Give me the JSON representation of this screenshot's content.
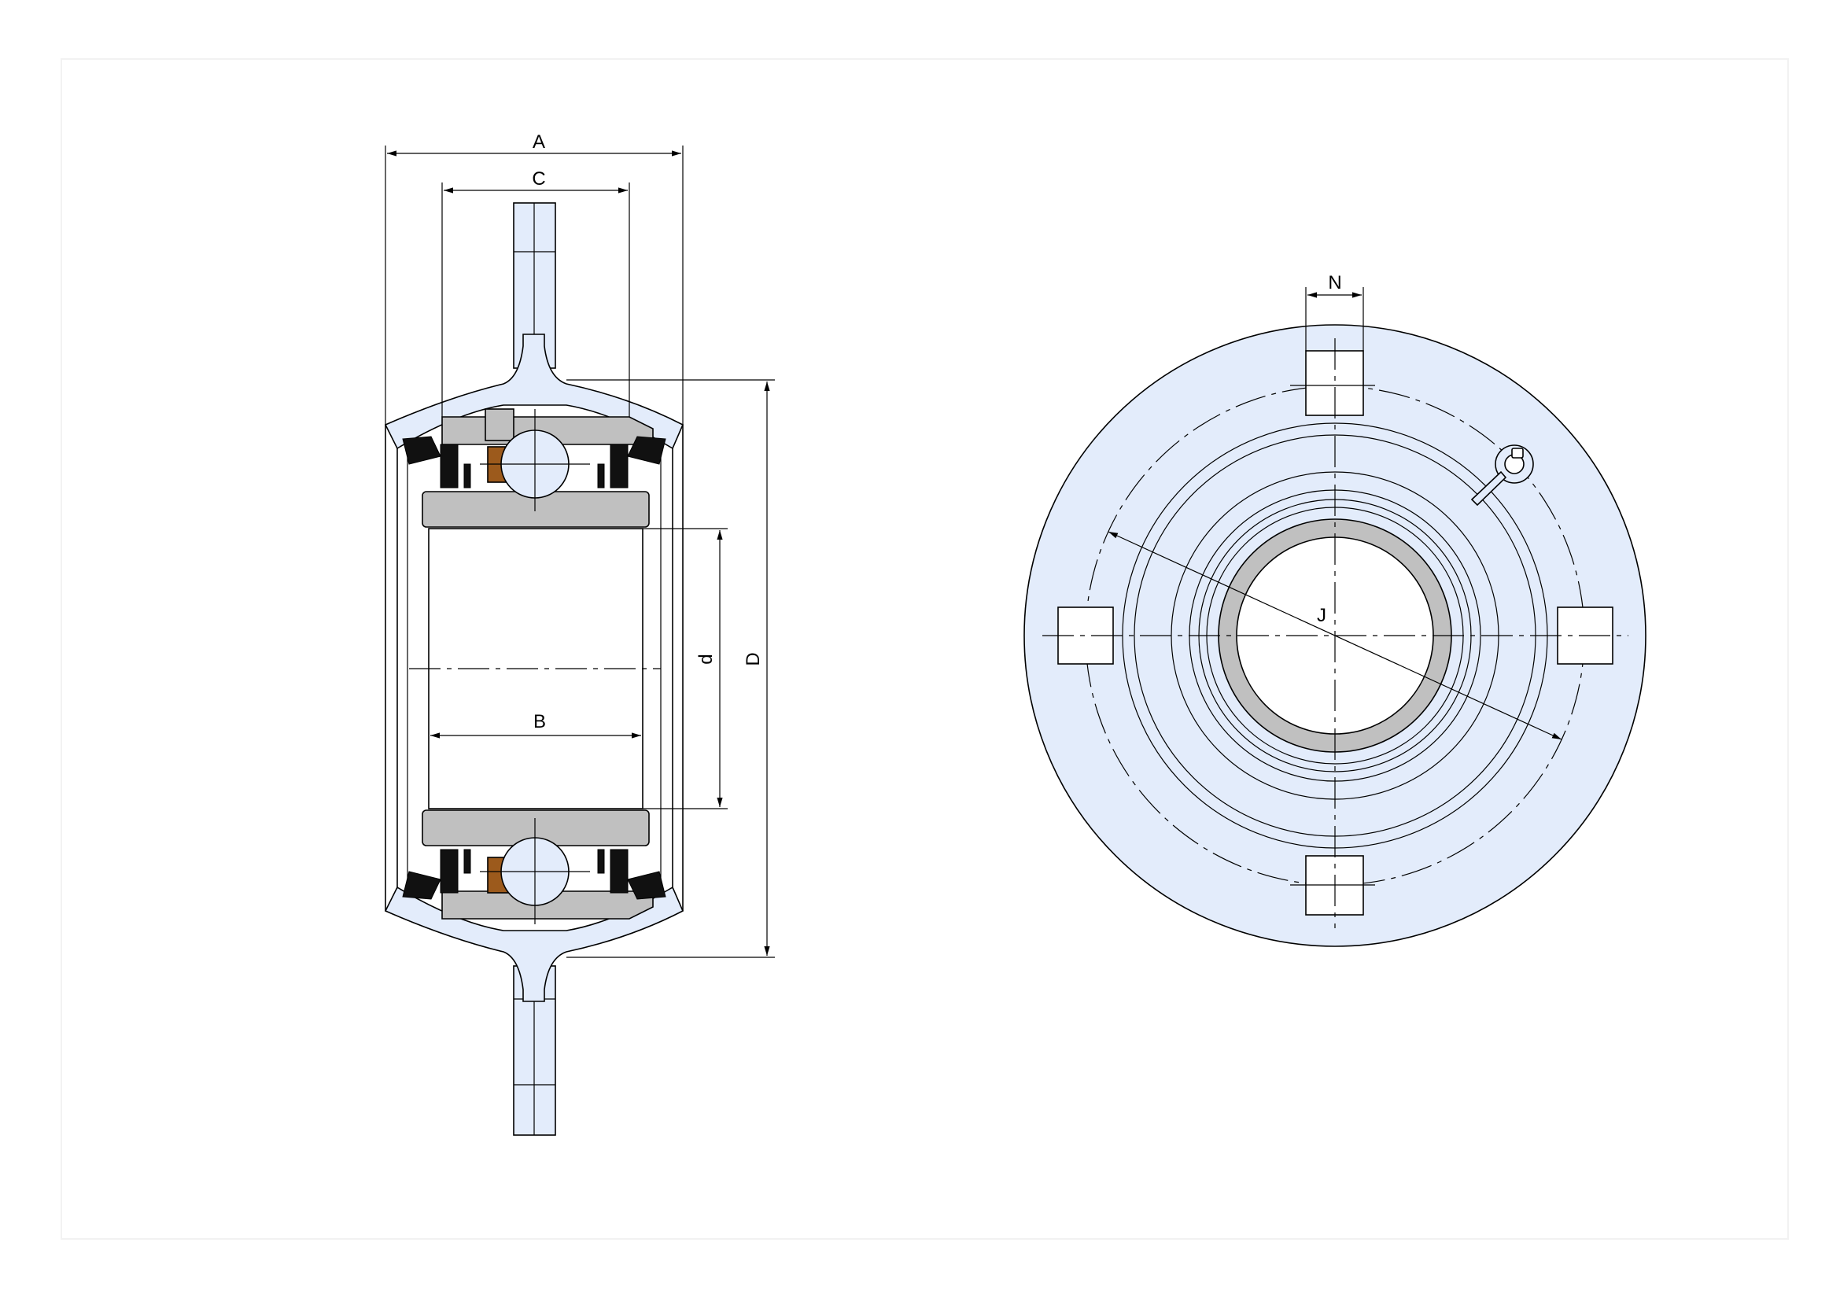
{
  "dimensions": {
    "A": "A",
    "C": "C",
    "B": "B",
    "d": "d",
    "D": "D",
    "N": "N",
    "J": "J"
  },
  "colors": {
    "housing": "#e3ecfb",
    "ring": "#c0c0c0",
    "seal": "#111111",
    "insert": "#9c5a1c"
  }
}
